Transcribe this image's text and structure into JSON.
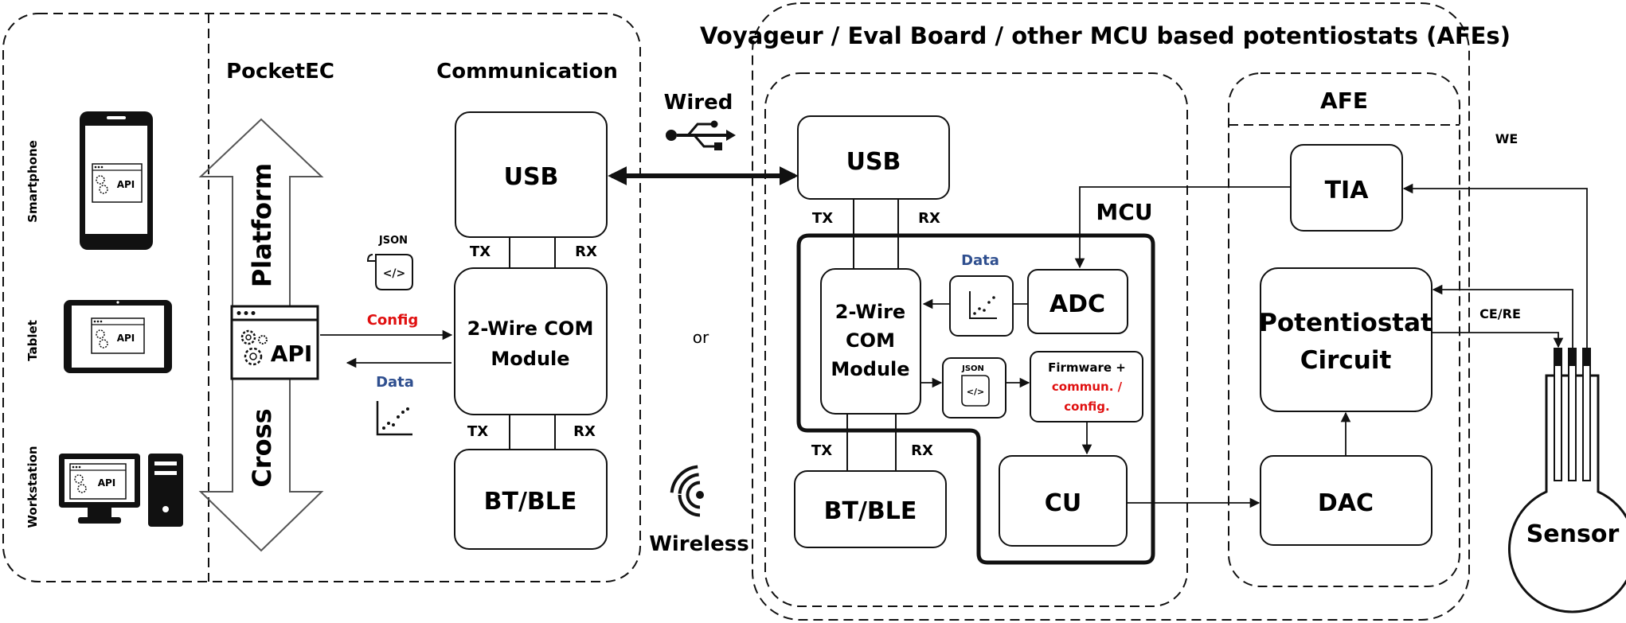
{
  "devices": {
    "smartphone_label": "Smartphone",
    "tablet_label": "Tablet",
    "workstation_label": "Workstation",
    "api_label": "API"
  },
  "pocketec": {
    "title": "PocketEC",
    "platform_label": "Platform",
    "cross_label": "Cross",
    "api_label": "API",
    "json_label": "JSON",
    "config_label": "Config",
    "data_label": "Data"
  },
  "communication": {
    "title": "Communication",
    "usb_label": "USB",
    "com_module_line1": "2-Wire COM",
    "com_module_line2": "Module",
    "btble_label": "BT/BLE",
    "tx_label": "TX",
    "rx_label": "RX"
  },
  "links": {
    "wired_label": "Wired",
    "or_label": "or",
    "wireless_label": "Wireless"
  },
  "board": {
    "title": "Voyageur / Eval Board / other MCU based potentiostats (AFEs)",
    "usb_label": "USB",
    "tx_label": "TX",
    "rx_label": "RX",
    "mcu_label": "MCU",
    "com_line1": "2-Wire",
    "com_line2": "COM",
    "com_line3": "Module",
    "data_label": "Data",
    "adc_label": "ADC",
    "json_label": "JSON",
    "firmware_line1": "Firmware +",
    "firmware_line2": "commun. /",
    "firmware_line3": "config.",
    "cu_label": "CU",
    "btble_label": "BT/BLE"
  },
  "afe": {
    "title": "AFE",
    "tia_label": "TIA",
    "potentiostat_line1": "Potentiostat",
    "potentiostat_line2": "Circuit",
    "dac_label": "DAC",
    "we_label": "WE",
    "cere_label": "CE/RE",
    "sensor_label": "Sensor"
  },
  "colors": {
    "stroke": "#111111",
    "config_red": "#e01010",
    "data_blue": "#2f4f8f"
  }
}
